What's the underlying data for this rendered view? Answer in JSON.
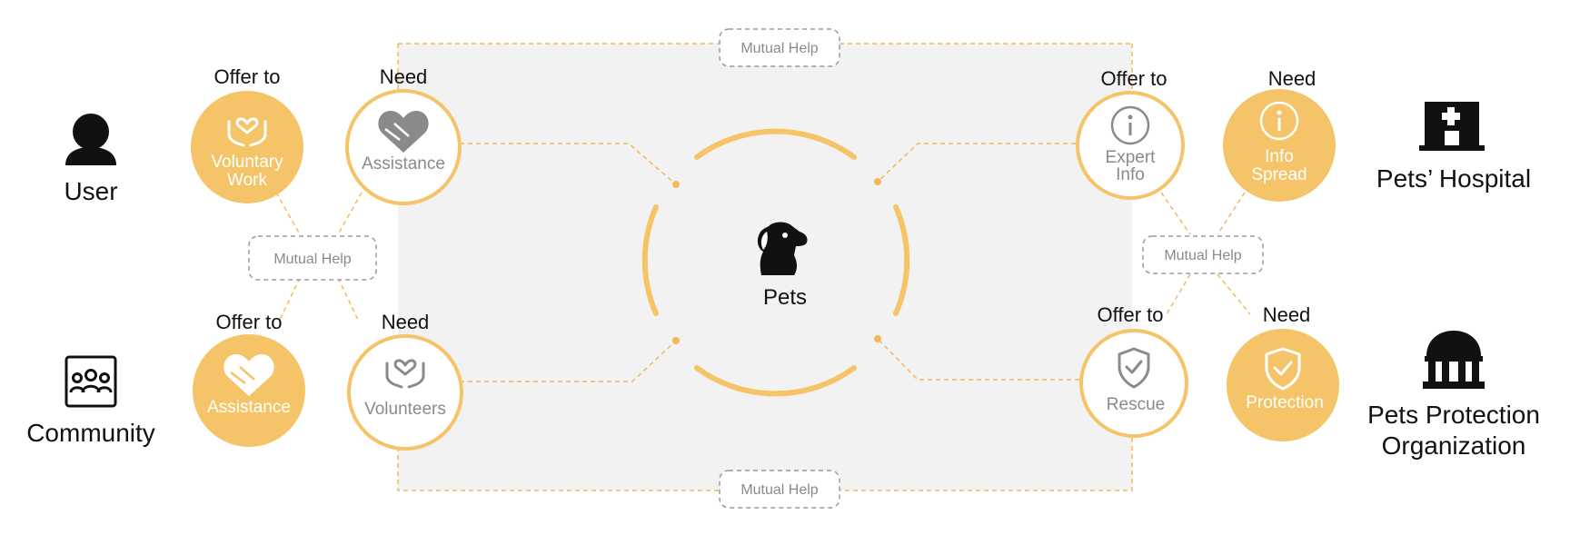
{
  "colors": {
    "accent": "#f5c468",
    "accent_line": "#f2b85a",
    "panel": "#f2f2f2",
    "grey_text": "#8a8a8a",
    "dark": "#111111"
  },
  "center": {
    "label": "Pets",
    "icon": "dog-head-icon"
  },
  "mutual_help": {
    "top": "Mutual Help",
    "bottom": "Mutual Help",
    "left": "Mutual Help",
    "right": "Mutual Help"
  },
  "actors": {
    "user": {
      "label": "User",
      "icon": "person-icon"
    },
    "community": {
      "label": "Community",
      "icon": "group-icon"
    },
    "hospital": {
      "label": "Pets’ Hospital",
      "icon": "hospital-building-icon"
    },
    "organization": {
      "line1": "Pets Protection",
      "line2": "Organization",
      "icon": "institution-building-icon"
    }
  },
  "nodes": {
    "voluntary_work": {
      "caption": "Offer to",
      "line1": "Voluntary",
      "line2": "Work",
      "icon": "hands-heart-icon",
      "style": "filled"
    },
    "assistance_need": {
      "caption": "Need",
      "line1": "Assistance",
      "icon": "handshake-heart-icon",
      "style": "outline"
    },
    "assistance_offer": {
      "caption": "Offer to",
      "line1": "Assistance",
      "icon": "handshake-heart-icon",
      "style": "filled"
    },
    "volunteers": {
      "caption": "Need",
      "line1": "Volunteers",
      "icon": "hands-heart-icon",
      "style": "outline"
    },
    "expert_info": {
      "caption": "Offer to",
      "line1": "Expert",
      "line2": "Info",
      "icon": "info-icon",
      "style": "outline"
    },
    "info_spread": {
      "caption": "Need",
      "line1": "Info",
      "line2": "Spread",
      "icon": "info-icon",
      "style": "filled"
    },
    "rescue": {
      "caption": "Offer to",
      "line1": "Rescue",
      "icon": "shield-check-icon",
      "style": "outline"
    },
    "protection": {
      "caption": "Need",
      "line1": "Protection",
      "icon": "shield-check-icon",
      "style": "filled"
    }
  }
}
